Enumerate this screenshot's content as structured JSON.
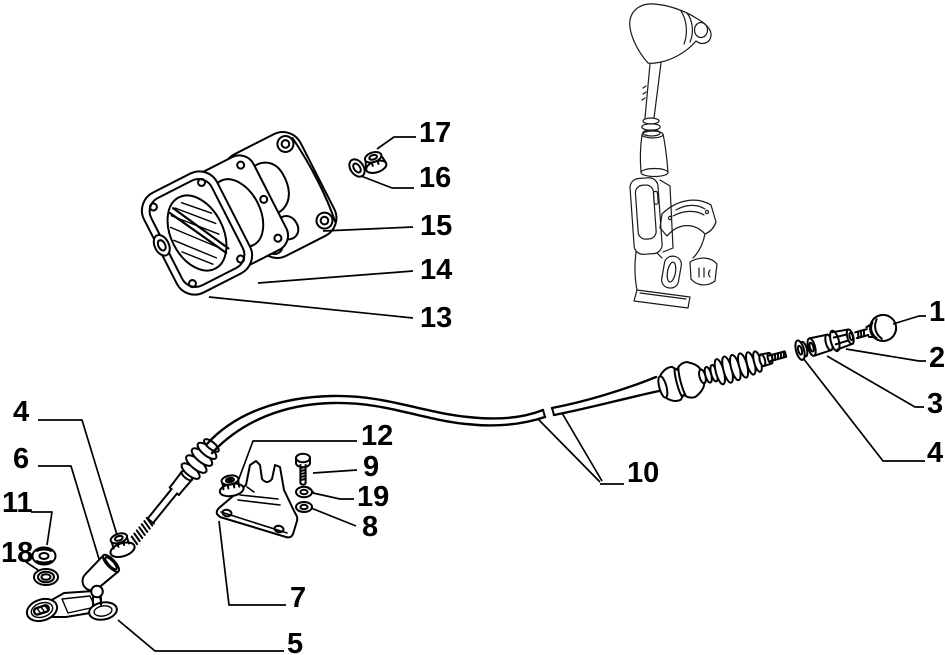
{
  "diagram": {
    "background": "#ffffff",
    "line_color": "#000000",
    "thin_line_color": "#1a1a1a",
    "label_color": "#000000",
    "callouts": [
      {
        "id": "17",
        "number": "17"
      },
      {
        "id": "16",
        "number": "16"
      },
      {
        "id": "15",
        "number": "15"
      },
      {
        "id": "14",
        "number": "14"
      },
      {
        "id": "13",
        "number": "13"
      },
      {
        "id": "1",
        "number": "1"
      },
      {
        "id": "2",
        "number": "2"
      },
      {
        "id": "3",
        "number": "3"
      },
      {
        "id": "4-right",
        "number": "4"
      },
      {
        "id": "10",
        "number": "10"
      },
      {
        "id": "12",
        "number": "12"
      },
      {
        "id": "9",
        "number": "9"
      },
      {
        "id": "19",
        "number": "19"
      },
      {
        "id": "8",
        "number": "8"
      },
      {
        "id": "4-left",
        "number": "4"
      },
      {
        "id": "6",
        "number": "6"
      },
      {
        "id": "11",
        "number": "11"
      },
      {
        "id": "18",
        "number": "18"
      },
      {
        "id": "7",
        "number": "7"
      },
      {
        "id": "5",
        "number": "5"
      }
    ]
  }
}
